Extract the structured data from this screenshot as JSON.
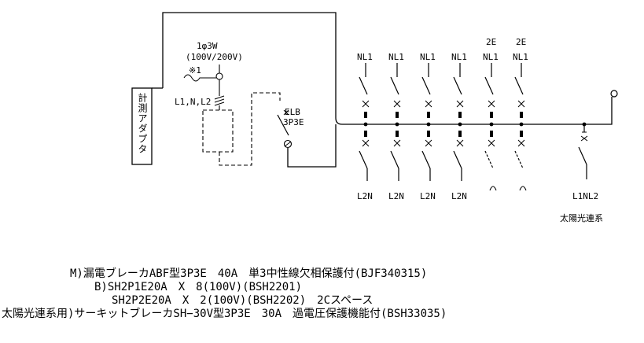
{
  "meter_adapter": "計測アダプタ",
  "supply": {
    "phase": "1φ3W",
    "voltage": "(100V/200V)",
    "note_mark": "※1"
  },
  "main_conductors": "L1,N,L2",
  "elb": {
    "line1": "ELB",
    "line2": "3P3E"
  },
  "branches": [
    {
      "top_top": "",
      "top": "NL1",
      "bottom": "L2N"
    },
    {
      "top_top": "",
      "top": "NL1",
      "bottom": "L2N"
    },
    {
      "top_top": "",
      "top": "NL1",
      "bottom": "L2N"
    },
    {
      "top_top": "",
      "top": "NL1",
      "bottom": "L2N"
    },
    {
      "top_top": "2E",
      "top": "NL1",
      "bottom": ""
    },
    {
      "top_top": "2E",
      "top": "NL1",
      "bottom": ""
    }
  ],
  "solar": {
    "bottom_label": "L1NL2",
    "caption": "太陽光連系"
  },
  "notes": [
    "M)漏電ブレーカABF型3P3E　40A　単3中性線欠相保護付(BJF340315)",
    "B)SH2P1E20A　X　8(100V)(BSH2201)",
    "SH2P2E20A　X　2(100V)(BSH2202)　2Cスペース",
    "太陽光連系用)サーキットブレーカSH−30V型3P3E　30A　過電圧保護機能付(BSH33035)"
  ]
}
